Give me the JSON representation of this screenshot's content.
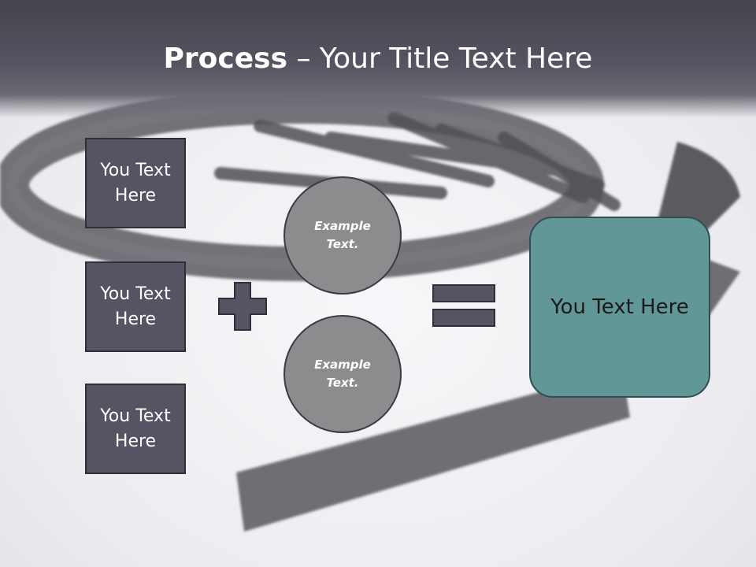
{
  "header": {
    "title_bold": "Process",
    "title_rest": " – Your Title Text Here"
  },
  "inputs": [
    {
      "label": "You Text Here"
    },
    {
      "label": "You Text Here"
    },
    {
      "label": "You Text Here"
    }
  ],
  "circles": [
    {
      "label": "Example Text."
    },
    {
      "label": "Example Text."
    }
  ],
  "operators": {
    "plus": "plus-icon",
    "equals": "equals-icon"
  },
  "result": {
    "label": "You Text Here"
  },
  "colors": {
    "title_bar": "#4a4a55",
    "box_fill": "#545462",
    "circle_fill": "#8c8c8e",
    "result_fill": "#629797",
    "operator_fill": "#545462"
  }
}
